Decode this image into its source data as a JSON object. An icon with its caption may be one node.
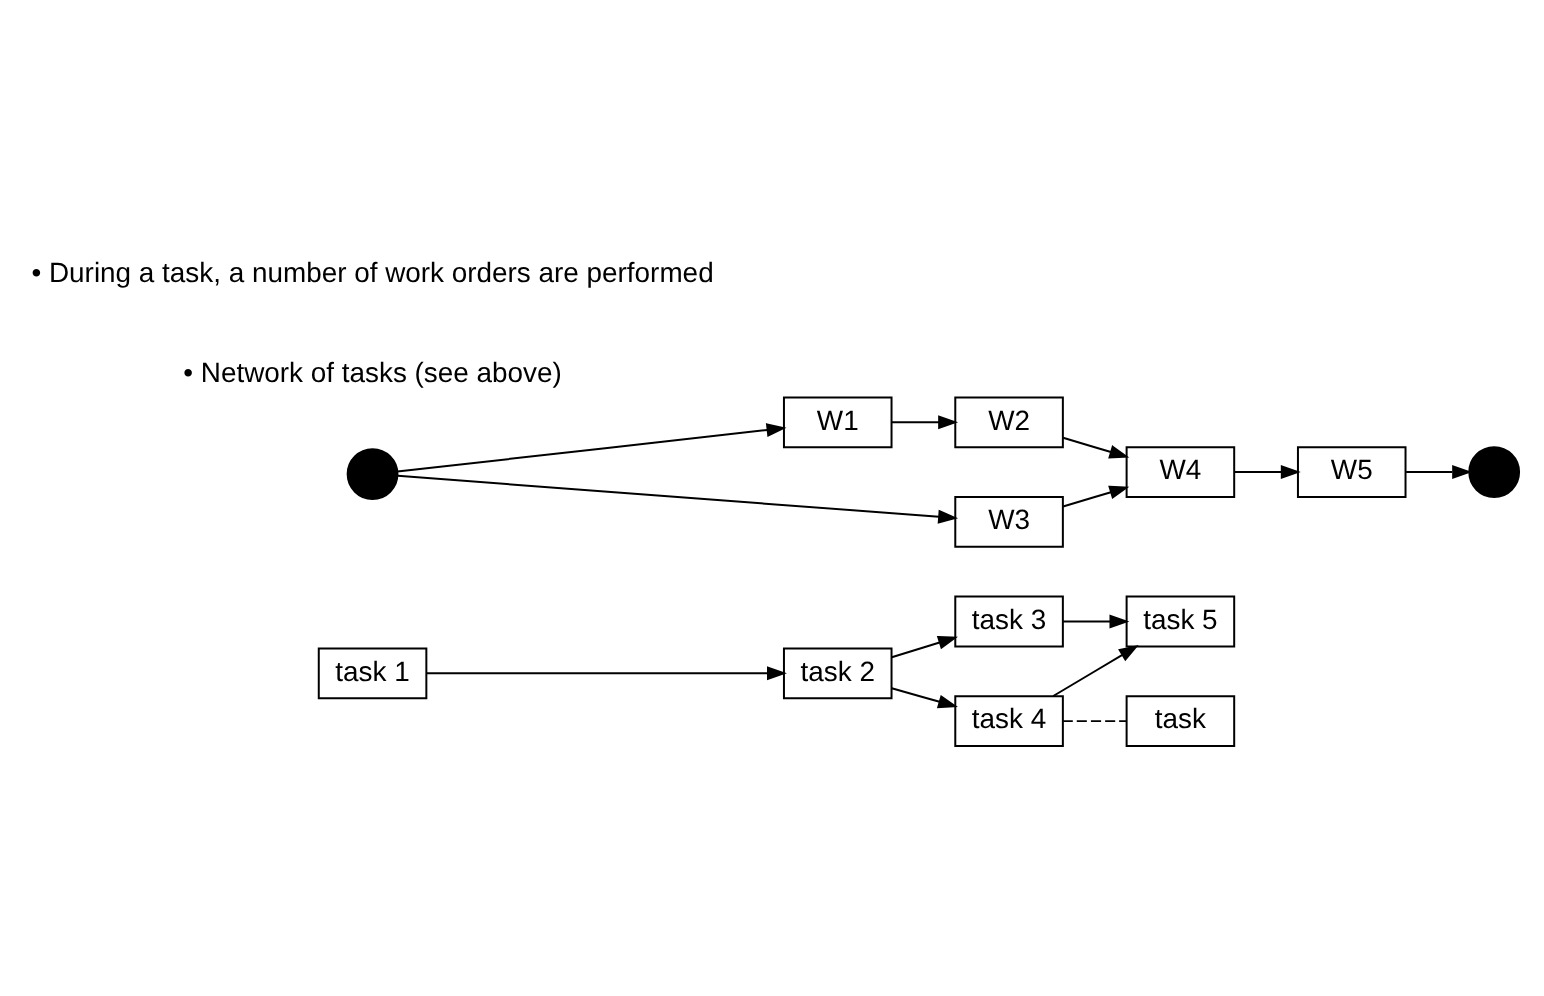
{
  "diagram": {
    "nodes": [
      {
        "text": [
          "task 1"
        ]
      },
      {
        "text": [
          "task 2"
        ]
      },
      {
        "text": [
          "task 3"
        ]
      },
      {
        "text": [
          "task 4"
        ]
      },
      {
        "text": [
          "task 5"
        ]
      },
      {
        "text": [
          "task"
        ]
      },
      {
        "text": [],
        "shape": "circle"
      },
      {
        "text": [
          "W1"
        ]
      },
      {
        "text": [
          "W2"
        ]
      },
      {
        "text": [
          "W3"
        ]
      },
      {
        "text": [
          "W4"
        ]
      },
      {
        "text": [
          "W5"
        ]
      },
      {
        "text": [],
        "shape": "circle"
      }
    ],
    "edges": [
      {
        "from": 0,
        "to": 1,
        "arrow": "to"
      },
      {
        "from": 1,
        "to": 2,
        "arrow": "to"
      },
      {
        "from": 1,
        "to": 3,
        "arrow": "to"
      },
      {
        "from": 2,
        "to": 4,
        "arrow": "to"
      },
      {
        "from": 3,
        "to": 4,
        "arrow": "to"
      },
      {
        "from": 3,
        "to": 5,
        "arrow": "none",
        "style": "dashed"
      },
      {
        "from": 6,
        "to": 7,
        "arrow": "to"
      },
      {
        "from": 6,
        "to": 9,
        "arrow": "to"
      },
      {
        "from": 7,
        "to": 8,
        "arrow": "to"
      },
      {
        "from": 8,
        "to": 10,
        "arrow": "to"
      },
      {
        "from": 9,
        "to": 10,
        "arrow": "to"
      },
      {
        "from": 10,
        "to": 11,
        "arrow": "to"
      },
      {
        "from": 11,
        "to": 12,
        "arrow": "to"
      }
    ],
    "labels": [
      "• Network of tasks (see above)",
      "• During a task, a number of work orders are performed"
    ]
  }
}
